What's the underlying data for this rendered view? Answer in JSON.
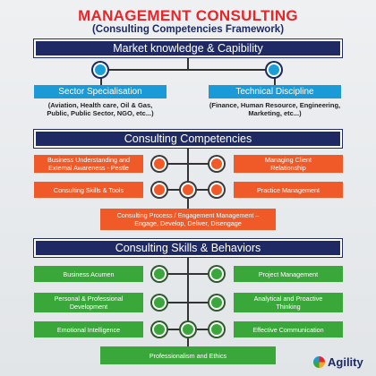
{
  "title": "MANAGEMENT CONSULTING",
  "subtitle": "(Consulting Competencies Framework)",
  "section1": {
    "header": "Market knowledge & Capibility",
    "left_label": "Sector Specialisation",
    "left_text": "(Aviation, Health care, Oil & Gas,\nPublic, Public Sector, NGO, etc...)",
    "right_label": "Technical Discipline",
    "right_text": "(Finance, Human Resource, Engineering,\nMarketing, etc...)"
  },
  "section2": {
    "header": "Consulting Competencies",
    "left_items": [
      "Business Understanding and\nExternal Awareness - Pestle",
      "Consulting Skills & Tools"
    ],
    "right_items": [
      "Managing Client\nRelationship",
      "Practice Management"
    ],
    "bottom_item": "Consulting Process / Engagement Management –\nEngage, Develop, Deliver, Disengage"
  },
  "section3": {
    "header": "Consulting Skills & Behaviors",
    "left_items": [
      "Business Acumen",
      "Personal & Professional\nDevelopment",
      "Emotional Intelligence"
    ],
    "right_items": [
      "Project Management",
      "Analytical and Proactive\nThinking",
      "Effective Communication"
    ],
    "bottom_item": "Professionalism and Ethics"
  },
  "logo": {
    "text": "Agility"
  },
  "colors": {
    "title": "#e8262a",
    "navy": "#1f2a65",
    "blue": "#1a9ad6",
    "orange": "#f05a28",
    "green": "#3aa73a"
  }
}
